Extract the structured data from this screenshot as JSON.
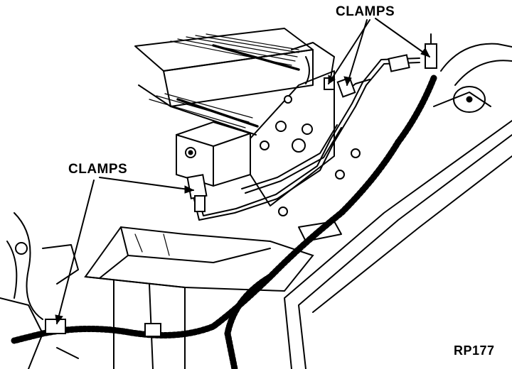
{
  "labels": {
    "clamps_top": "CLAMPS",
    "clamps_left": "CLAMPS",
    "figure_code": "RP177"
  },
  "colors": {
    "ink": "#000000",
    "paper": "#ffffff"
  }
}
